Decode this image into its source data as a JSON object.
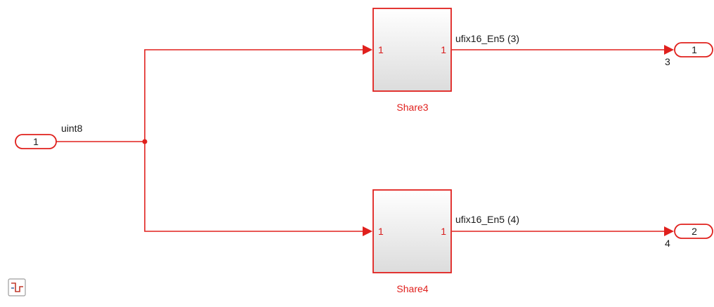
{
  "inport": {
    "label": "1"
  },
  "input_signal": {
    "label": "uint8"
  },
  "share3": {
    "name": "Share3",
    "in_port_label": "1",
    "out_port_label": "1",
    "out_signal_label": "ufix16_En5 (3)"
  },
  "share4": {
    "name": "Share4",
    "in_port_label": "1",
    "out_port_label": "1",
    "out_signal_label": "ufix16_En5 (4)"
  },
  "outport1": {
    "label": "1",
    "port_number_note": "3"
  },
  "outport2": {
    "label": "2",
    "port_number_note": "4"
  },
  "toolbar": {
    "icon": "step-signal-icon"
  },
  "colors": {
    "accent": "#e0201d",
    "text": "#1a1a1a",
    "block_fill_top": "#ffffff",
    "block_fill_bottom": "#dcdcdc"
  }
}
